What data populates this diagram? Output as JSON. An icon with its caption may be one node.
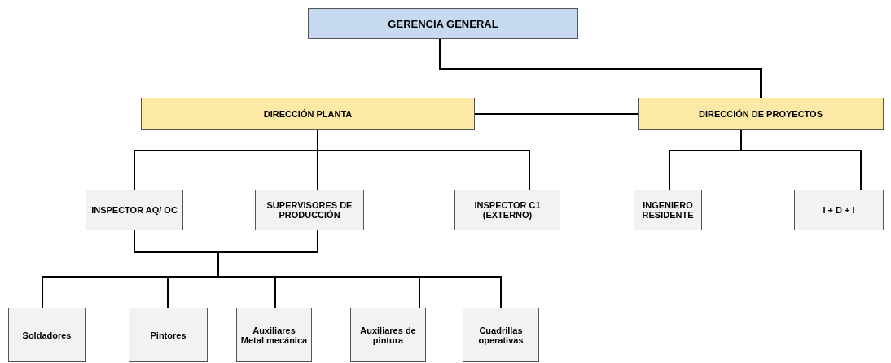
{
  "diagram": {
    "nodes": [
      {
        "text": [
          "GERENCIA GENERAL"
        ]
      },
      {
        "text": [
          "DIRECCIÓN PLANTA"
        ]
      },
      {
        "text": [
          "DIRECCIÓN DE PROYECTOS"
        ]
      },
      {
        "text": [
          "INSPECTOR AQ/ OC"
        ]
      },
      {
        "text": [
          "SUPERVISORES DE PRODUCCIÓN"
        ]
      },
      {
        "text": [
          "INSPECTOR C1 (EXTERNO)"
        ]
      },
      {
        "text": [
          "INGENIERO RESIDENTE"
        ]
      },
      {
        "text": [
          "I + D + I"
        ]
      },
      {
        "text": [
          "Soldadores"
        ]
      },
      {
        "text": [
          "Pintores"
        ]
      },
      {
        "text": [
          "Auxiliares Metal mecánica"
        ]
      },
      {
        "text": [
          "Auxiliares de pintura"
        ]
      },
      {
        "text": [
          "Cuadrillas operativas"
        ]
      }
    ],
    "edges": [
      {
        "from": 0,
        "to": 2,
        "arrow": "none"
      },
      {
        "from": 1,
        "to": 2,
        "arrow": "none"
      },
      {
        "from": 1,
        "to": 3,
        "arrow": "none"
      },
      {
        "from": 1,
        "to": 4,
        "arrow": "none"
      },
      {
        "from": 1,
        "to": 5,
        "arrow": "none"
      },
      {
        "from": 2,
        "to": 6,
        "arrow": "none"
      },
      {
        "from": 2,
        "to": 7,
        "arrow": "none"
      },
      {
        "from": 3,
        "to": 8,
        "arrow": "none"
      },
      {
        "from": 3,
        "to": 9,
        "arrow": "none"
      },
      {
        "from": 3,
        "to": 10,
        "arrow": "none"
      },
      {
        "from": 3,
        "to": 11,
        "arrow": "none"
      },
      {
        "from": 3,
        "to": 12,
        "arrow": "none"
      },
      {
        "from": 4,
        "to": 8,
        "arrow": "none"
      },
      {
        "from": 4,
        "to": 9,
        "arrow": "none"
      },
      {
        "from": 4,
        "to": 10,
        "arrow": "none"
      },
      {
        "from": 4,
        "to": 11,
        "arrow": "none"
      },
      {
        "from": 4,
        "to": 12,
        "arrow": "none"
      }
    ]
  }
}
